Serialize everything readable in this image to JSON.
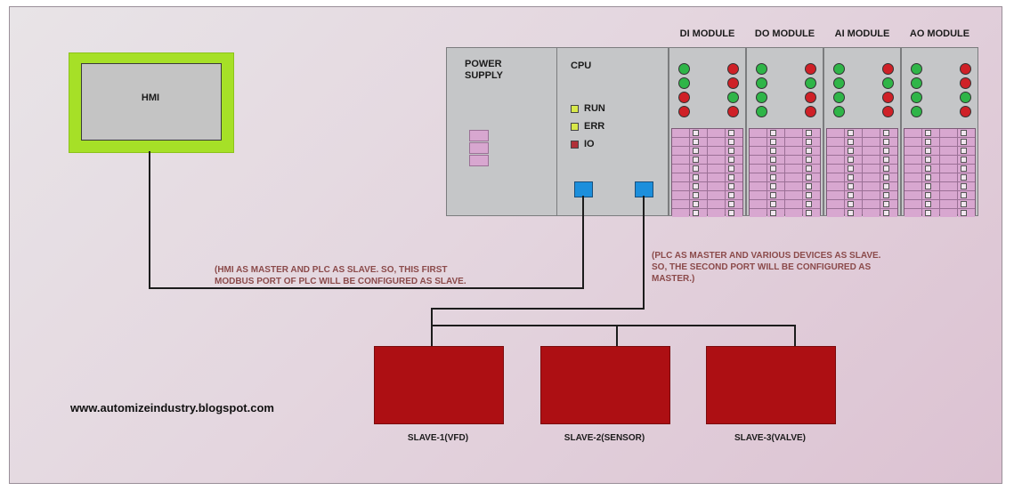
{
  "hmi": {
    "label": "HMI"
  },
  "plc": {
    "power_supply_label": "POWER\nSUPPLY",
    "cpu_label": "CPU",
    "status": [
      {
        "label": "RUN",
        "color": "#d8e84a"
      },
      {
        "label": "ERR",
        "color": "#d8e84a"
      },
      {
        "label": "IO",
        "color": "#b03038"
      }
    ],
    "modules": [
      {
        "title": "DI MODULE",
        "leds": [
          [
            "green",
            "red"
          ],
          [
            "green",
            "red"
          ],
          [
            "red",
            "green"
          ],
          [
            "red",
            "red"
          ]
        ]
      },
      {
        "title": "DO MODULE",
        "leds": [
          [
            "green",
            "red"
          ],
          [
            "green",
            "green"
          ],
          [
            "green",
            "red"
          ],
          [
            "green",
            "red"
          ]
        ]
      },
      {
        "title": "AI MODULE",
        "leds": [
          [
            "green",
            "red"
          ],
          [
            "green",
            "green"
          ],
          [
            "green",
            "red"
          ],
          [
            "green",
            "red"
          ]
        ]
      },
      {
        "title": "AO MODULE",
        "leds": [
          [
            "green",
            "red"
          ],
          [
            "green",
            "red"
          ],
          [
            "green",
            "green"
          ],
          [
            "green",
            "red"
          ]
        ]
      }
    ]
  },
  "notes": {
    "hmi_link": "(HMI AS MASTER AND PLC AS SLAVE. SO, THIS FIRST\nMODBUS PORT OF PLC WILL BE CONFIGURED AS SLAVE.",
    "slave_link": "(PLC AS MASTER AND VARIOUS DEVICES AS SLAVE.\nSO, THE SECOND PORT WILL BE CONFIGURED AS\nMASTER.)"
  },
  "slaves": [
    {
      "label": "SLAVE-1(VFD)"
    },
    {
      "label": "SLAVE-2(SENSOR)"
    },
    {
      "label": "SLAVE-3(VALVE)"
    }
  ],
  "website": "www.automizeindustry.blogspot.com",
  "colors": {
    "slave": "#ad0f13",
    "hmi_bezel": "#a6e027",
    "port": "#1c8fdc",
    "note_text": "#8b4a4a"
  }
}
